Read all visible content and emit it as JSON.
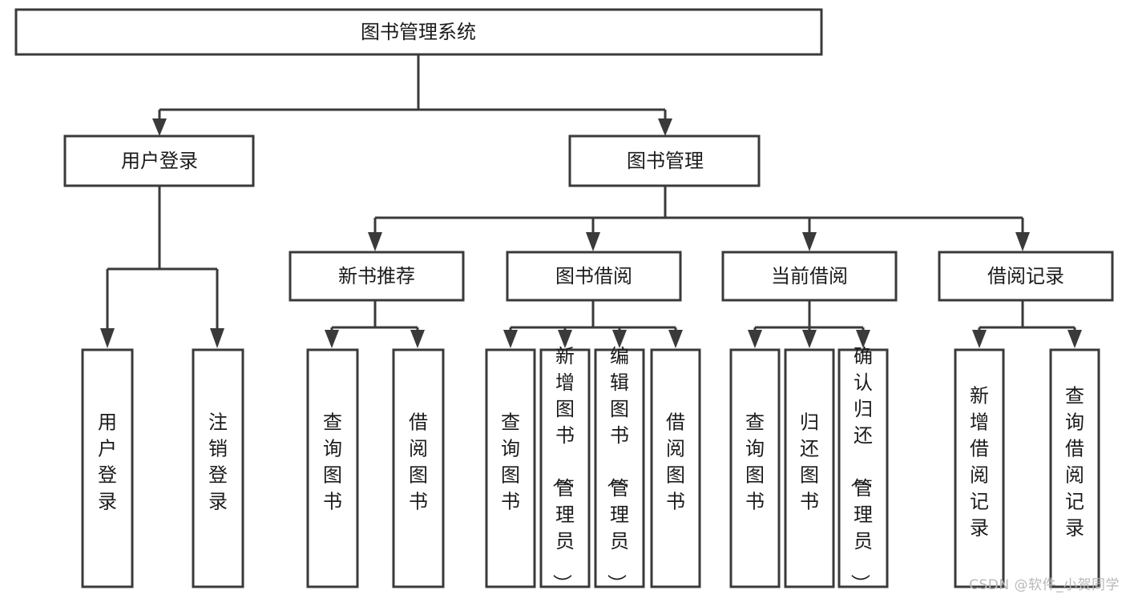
{
  "diagram": {
    "type": "tree-hierarchy-diagram",
    "title": "图书管理系统",
    "watermark": "CSDN @软件_小贺同学",
    "colors": {
      "stroke": "#3a3a3a",
      "fill": "#ffffff",
      "text": "#1b1b1b",
      "watermark": "#b8b8b8"
    },
    "levels": [
      {
        "level": 1,
        "nodes": [
          {
            "id": "root",
            "label": "图书管理系统",
            "orientation": "horizontal"
          }
        ]
      },
      {
        "level": 2,
        "nodes": [
          {
            "id": "user-login",
            "label": "用户登录",
            "orientation": "horizontal",
            "parent": "root"
          },
          {
            "id": "book-manage",
            "label": "图书管理",
            "orientation": "horizontal",
            "parent": "root"
          }
        ]
      },
      {
        "level": 3,
        "nodes": [
          {
            "id": "new-book-recommend",
            "label": "新书推荐",
            "orientation": "horizontal",
            "parent": "book-manage"
          },
          {
            "id": "book-borrow",
            "label": "图书借阅",
            "orientation": "horizontal",
            "parent": "book-manage"
          },
          {
            "id": "current-borrow",
            "label": "当前借阅",
            "orientation": "horizontal",
            "parent": "book-manage"
          },
          {
            "id": "borrow-record",
            "label": "借阅记录",
            "orientation": "horizontal",
            "parent": "book-manage"
          }
        ]
      },
      {
        "level": 4,
        "nodes": [
          {
            "id": "leaf-user-login",
            "label": "用户登录",
            "orientation": "vertical",
            "parent": "user-login"
          },
          {
            "id": "leaf-logout-login",
            "label": "注销登录",
            "orientation": "vertical",
            "parent": "user-login"
          },
          {
            "id": "leaf-query-book-1",
            "label": "查询图书",
            "orientation": "vertical",
            "parent": "new-book-recommend"
          },
          {
            "id": "leaf-borrow-book-1",
            "label": "借阅图书",
            "orientation": "vertical",
            "parent": "new-book-recommend"
          },
          {
            "id": "leaf-query-book-2",
            "label": "查询图书",
            "orientation": "vertical",
            "parent": "book-borrow"
          },
          {
            "id": "leaf-add-book-admin",
            "label": "新增图书（管理员）",
            "orientation": "vertical",
            "parent": "book-borrow"
          },
          {
            "id": "leaf-edit-book-admin",
            "label": "编辑图书（管理员）",
            "orientation": "vertical",
            "parent": "book-borrow"
          },
          {
            "id": "leaf-borrow-book-2",
            "label": "借阅图书",
            "orientation": "vertical",
            "parent": "book-borrow"
          },
          {
            "id": "leaf-query-book-3",
            "label": "查询图书",
            "orientation": "vertical",
            "parent": "current-borrow"
          },
          {
            "id": "leaf-return-book",
            "label": "归还图书",
            "orientation": "vertical",
            "parent": "current-borrow"
          },
          {
            "id": "leaf-confirm-return-admin",
            "label": "确认归还（管理员）",
            "orientation": "vertical",
            "parent": "current-borrow"
          },
          {
            "id": "leaf-add-borrow-record",
            "label": "新增借阅记录",
            "orientation": "vertical",
            "parent": "borrow-record"
          },
          {
            "id": "leaf-query-borrow-record",
            "label": "查询借阅记录",
            "orientation": "vertical",
            "parent": "borrow-record"
          }
        ]
      }
    ]
  }
}
